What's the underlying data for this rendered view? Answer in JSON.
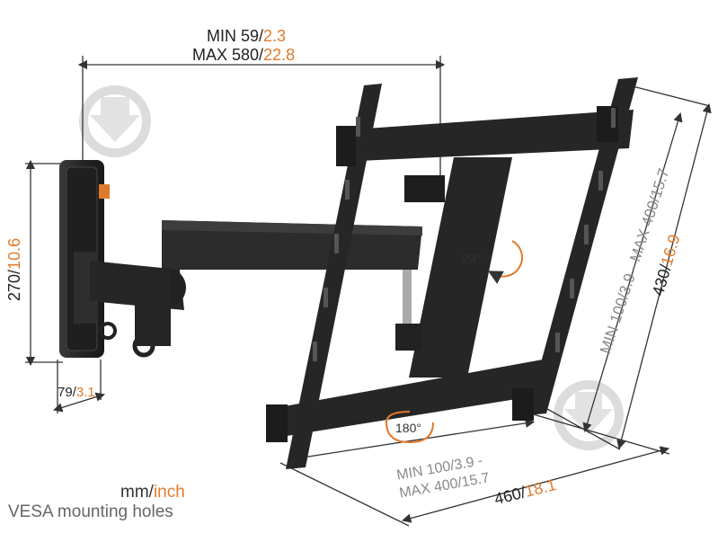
{
  "dimensions": {
    "arm_min": {
      "mm": "MIN 59",
      "inch": "2.3"
    },
    "arm_max": {
      "mm": "MAX 580",
      "inch": "22.8"
    },
    "plate_height": {
      "mm": "270",
      "inch": "10.6"
    },
    "plate_width": {
      "mm": "79",
      "inch": "3.1"
    },
    "vesa_vertical_range": {
      "mm": "MIN 100/3.9 - MAX 400",
      "inch": "15.7"
    },
    "bracket_height": {
      "mm": "430",
      "inch": "16.9"
    },
    "vesa_horizontal_min": "MIN 100/3.9 -",
    "vesa_horizontal_max": "MAX 400/15.7",
    "bracket_width": {
      "mm": "460",
      "inch": "18.1"
    }
  },
  "rotation": {
    "tilt": "20°",
    "swivel": "180°"
  },
  "legend": {
    "mm": "mm",
    "inch": "inch",
    "caption": "VESA mounting holes"
  },
  "colors": {
    "accent": "#e07a2c",
    "metal": "#2b2b2b",
    "line": "#333333",
    "watermark": "#dcdcdc"
  }
}
